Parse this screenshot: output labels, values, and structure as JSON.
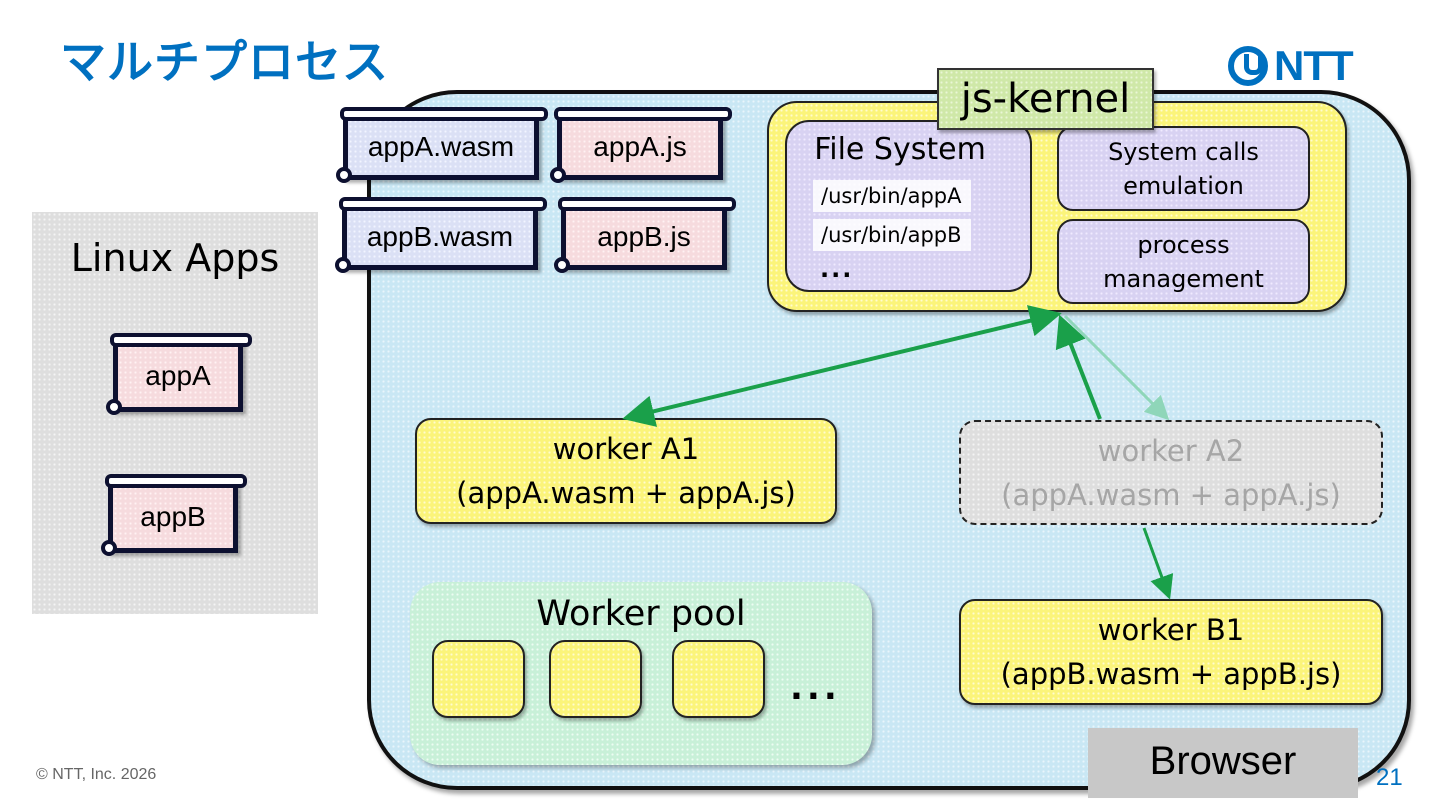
{
  "slide": {
    "title": "マルチプロセス",
    "logo_text": "NTT",
    "copyright": "© NTT, Inc.  2026",
    "page_number": "21",
    "accent_color": "#0070c0"
  },
  "linux_apps": {
    "label": "Linux Apps",
    "apps": [
      "appA",
      "appB"
    ]
  },
  "files": [
    "appA.wasm",
    "appA.js",
    "appB.wasm",
    "appB.js"
  ],
  "kernel": {
    "label": "js-kernel",
    "file_system": {
      "title": "File System",
      "paths": [
        "/usr/bin/appA",
        "/usr/bin/appB"
      ],
      "more": "..."
    },
    "syscalls": "System calls emulation",
    "syscalls_lines": [
      "System calls",
      "emulation"
    ],
    "process_lines": [
      "process",
      "management"
    ]
  },
  "workers": {
    "a1": {
      "name": "worker A1",
      "detail": "(appA.wasm + appA.js)"
    },
    "a2": {
      "name": "worker A2",
      "detail": "(appA.wasm + appA.js)",
      "state": "inactive"
    },
    "b1": {
      "name": "worker B1",
      "detail": "(appB.wasm + appB.js)"
    }
  },
  "worker_pool": {
    "label": "Worker pool",
    "slots": 3,
    "more": "..."
  },
  "browser_label": "Browser",
  "connections": [
    {
      "from": "js-kernel",
      "to": "worker A1",
      "type": "bidirectional",
      "color": "#1aa04a"
    },
    {
      "from": "worker A2",
      "to": "js-kernel",
      "type": "arrow",
      "color": "#1aa04a"
    },
    {
      "from": "js-kernel",
      "to": "worker A2",
      "type": "arrow-faded",
      "color": "#8fd6b9"
    },
    {
      "from": "worker A2",
      "to": "worker B1",
      "type": "arrow",
      "color": "#1aa04a"
    }
  ]
}
